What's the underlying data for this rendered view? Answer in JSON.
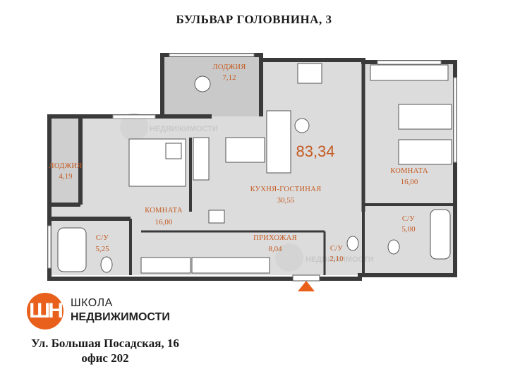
{
  "title": "БУЛЬВАР ГОЛОВНИНА, 3",
  "total_area": "83,34",
  "rooms": {
    "loggia_top": {
      "name": "ЛОДЖИЯ",
      "area": "7,12"
    },
    "loggia_left": {
      "name": "ЛОДЖИЯ",
      "area": "4,19"
    },
    "bedroom_left": {
      "name": "КОМНАТА",
      "area": "16,00"
    },
    "kitchen": {
      "name": "КУХНЯ-ГОСТИНАЯ",
      "area": "30,55"
    },
    "bedroom_right": {
      "name": "КОМНАТА",
      "area": "16,00"
    },
    "bath_left": {
      "name": "С/У",
      "area": "5,25"
    },
    "hall": {
      "name": "ПРИХОЖАЯ",
      "area": "8,04"
    },
    "wc_small": {
      "name": "С/У",
      "area": "2,10"
    },
    "bath_right": {
      "name": "С/У",
      "area": "5,00"
    }
  },
  "watermark": {
    "text": "НЕДВИЖИМОСТИ"
  },
  "logo": {
    "mark": "ШН",
    "line1": "ШКОЛА",
    "line2": "НЕДВИЖИМОСТИ"
  },
  "address": {
    "line1": "Ул. Большая Посадская, 16",
    "line2": "офис 202"
  },
  "colors": {
    "accent": "#e8601c",
    "label": "#c45a22",
    "wall": "#3a3a3a",
    "floor": "#d9d9d9"
  }
}
